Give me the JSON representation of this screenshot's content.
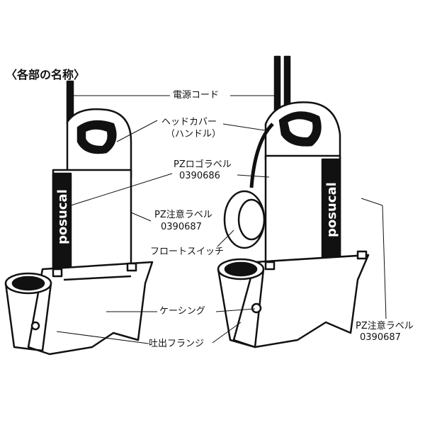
{
  "title": "〈各部の名称〉",
  "labels": {
    "power_cord": "電源コード",
    "head_cover": "ヘッドカバー",
    "head_cover_sub": "（ハンドル）",
    "logo_label": "PZロゴラベル",
    "logo_label_code": "0390686",
    "caution_label": "PZ注意ラベル",
    "caution_label_code": "0390687",
    "float_switch": "フロートスイッチ",
    "casing": "ケーシング",
    "discharge_flange": "吐出フランジ",
    "caution_label_right": "PZ注意ラベル",
    "caution_label_right_code": "0390687"
  },
  "logo_text": "posucal",
  "colors": {
    "ink": "#111111",
    "background": "#ffffff"
  }
}
